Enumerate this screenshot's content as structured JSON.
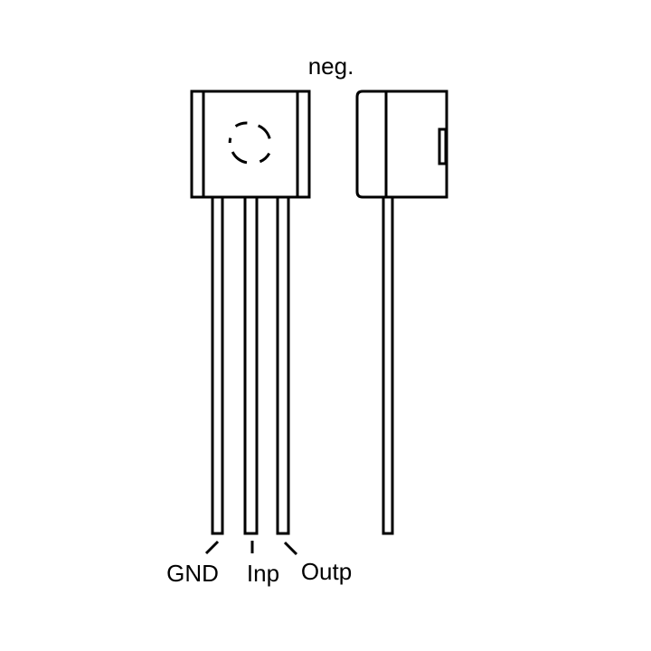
{
  "title": "neg.",
  "pins": [
    {
      "label": "GND"
    },
    {
      "label": "Inp"
    },
    {
      "label": "Outp"
    }
  ],
  "colors": {
    "stroke": "#000000",
    "background": "#ffffff"
  }
}
